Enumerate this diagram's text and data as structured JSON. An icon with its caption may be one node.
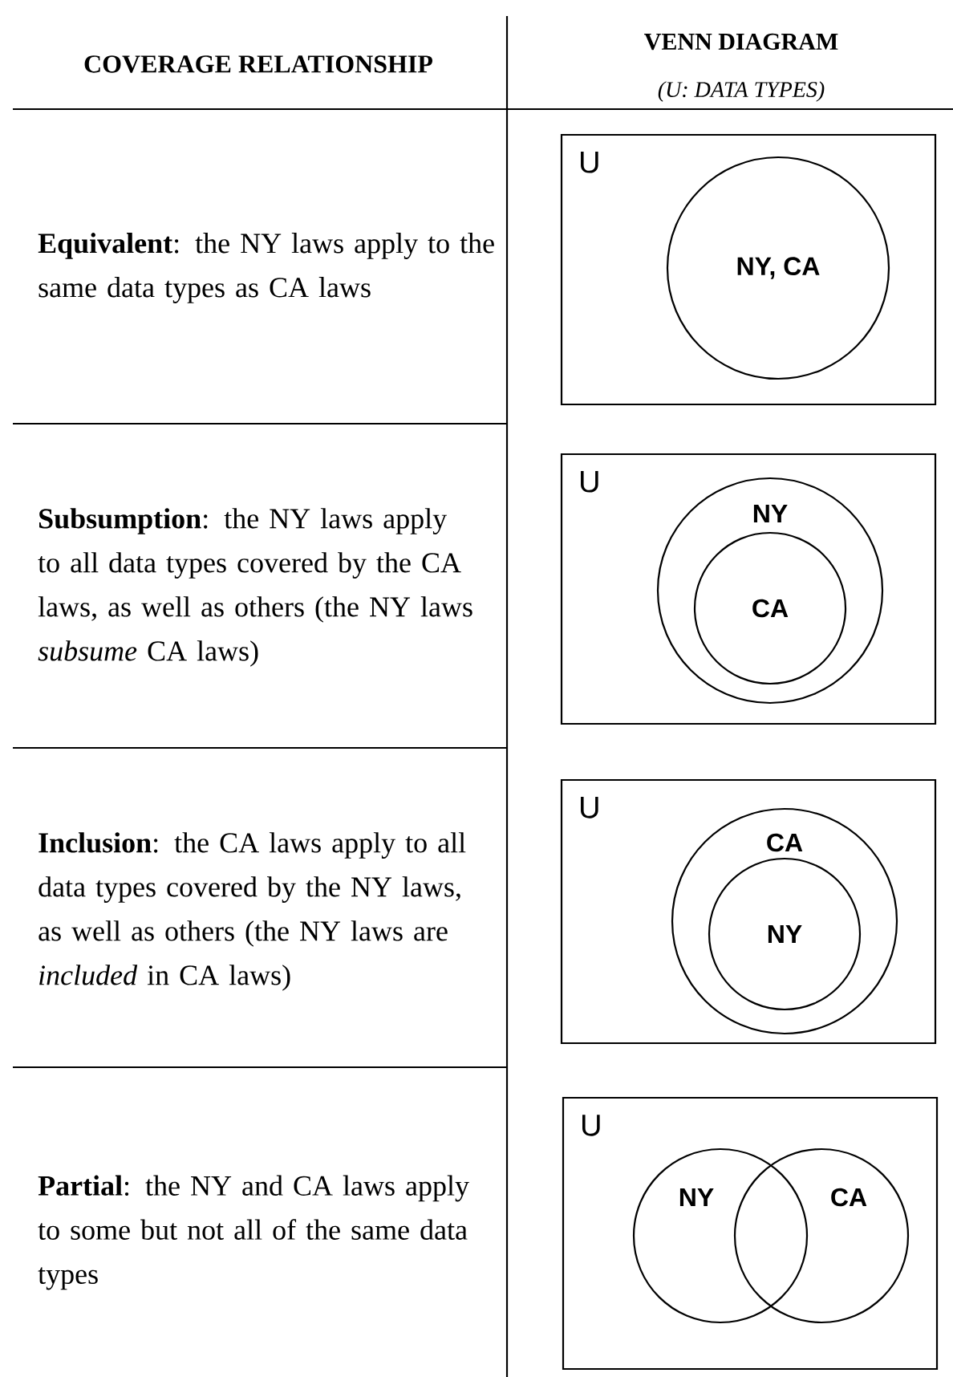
{
  "diagram": {
    "nodes": [
      {
        "text": [
          "U"
        ]
      },
      {
        "text": [
          "NY, CA"
        ],
        "in": 0
      },
      {
        "text": [
          "U"
        ]
      },
      {
        "text": [
          "NY"
        ],
        "in": 2
      },
      {
        "text": [
          "CA"
        ],
        "in": 3
      },
      {
        "text": [
          "U"
        ]
      },
      {
        "text": [
          "CA"
        ],
        "in": 5
      },
      {
        "text": [
          "NY"
        ],
        "in": 6
      },
      {
        "text": [
          "U"
        ]
      },
      {
        "text": [
          "NY"
        ],
        "in": 8
      },
      {
        "text": [
          "CA"
        ],
        "in": 8
      }
    ],
    "labels": [
      "COVERAGE RELATIONSHIP",
      "VENN DIAGRAM",
      "(U: DATA TYPES)",
      "**Equivalent**: the NY laws apply to the same data types as CA laws",
      "**Subsumption**: the NY laws apply to all data types covered by the CA laws, as well as others (the NY laws *subsume* CA laws)",
      "**Inclusion**: the CA laws apply to all data types covered by the NY laws, as well as others (the NY laws are *included* in CA laws)",
      "**Partial**: the NY and CA laws apply to some but not all of the same data types"
    ]
  }
}
